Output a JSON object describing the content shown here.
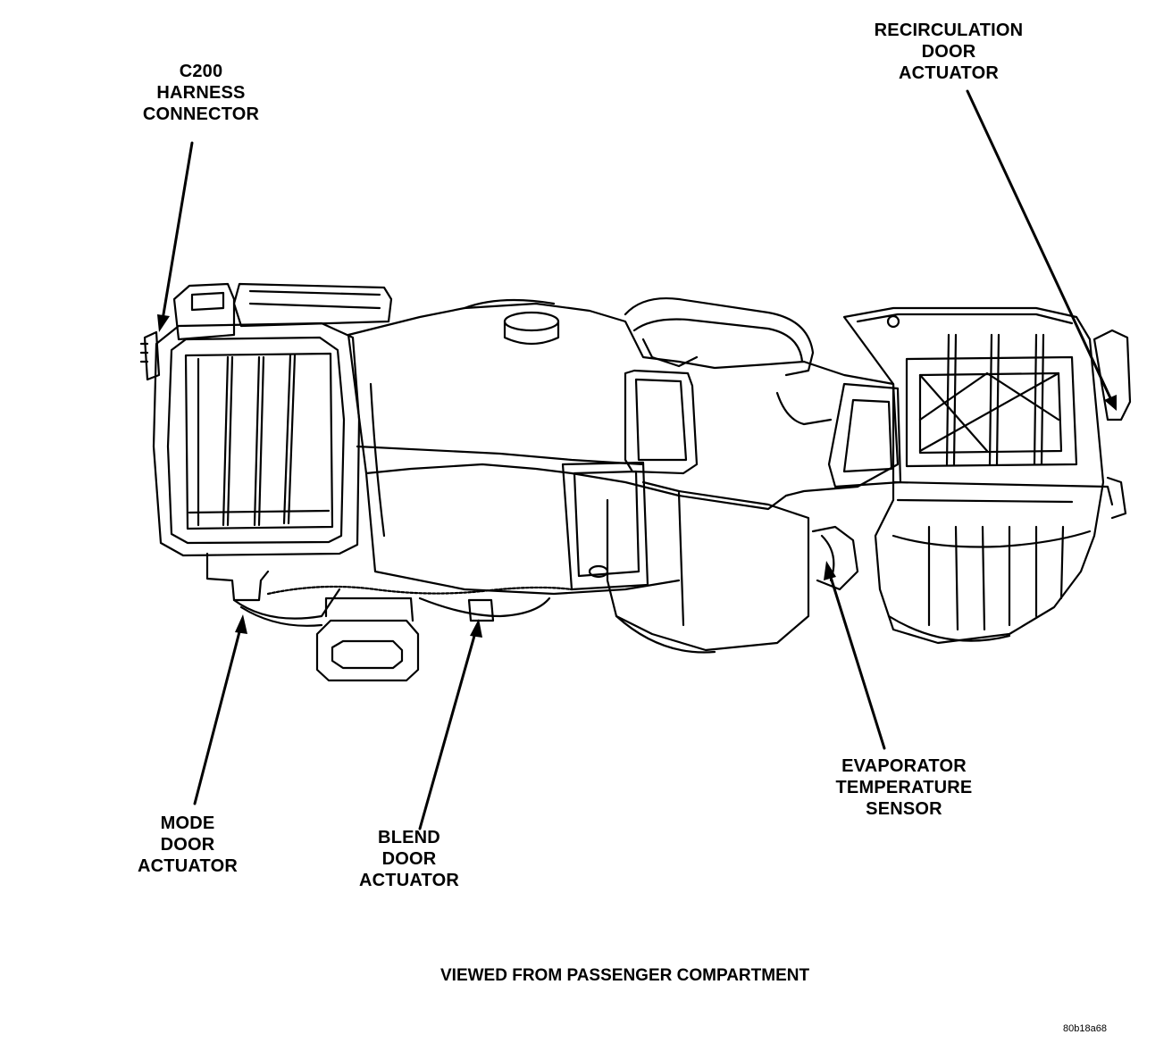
{
  "callouts": {
    "c200": {
      "lines": [
        "C200",
        "HARNESS",
        "CONNECTOR"
      ]
    },
    "recirc": {
      "lines": [
        "RECIRCULATION",
        "DOOR",
        "ACTUATOR"
      ]
    },
    "mode": {
      "lines": [
        "MODE",
        "DOOR",
        "ACTUATOR"
      ]
    },
    "blend": {
      "lines": [
        "BLEND",
        "DOOR",
        "ACTUATOR"
      ]
    },
    "evap": {
      "lines": [
        "EVAPORATOR",
        "TEMPERATURE",
        "SENSOR"
      ]
    }
  },
  "caption": "VIEWED FROM PASSENGER COMPARTMENT",
  "figure_id": "80b18a68",
  "colors": {
    "ink": "#000000",
    "paper": "#ffffff"
  }
}
